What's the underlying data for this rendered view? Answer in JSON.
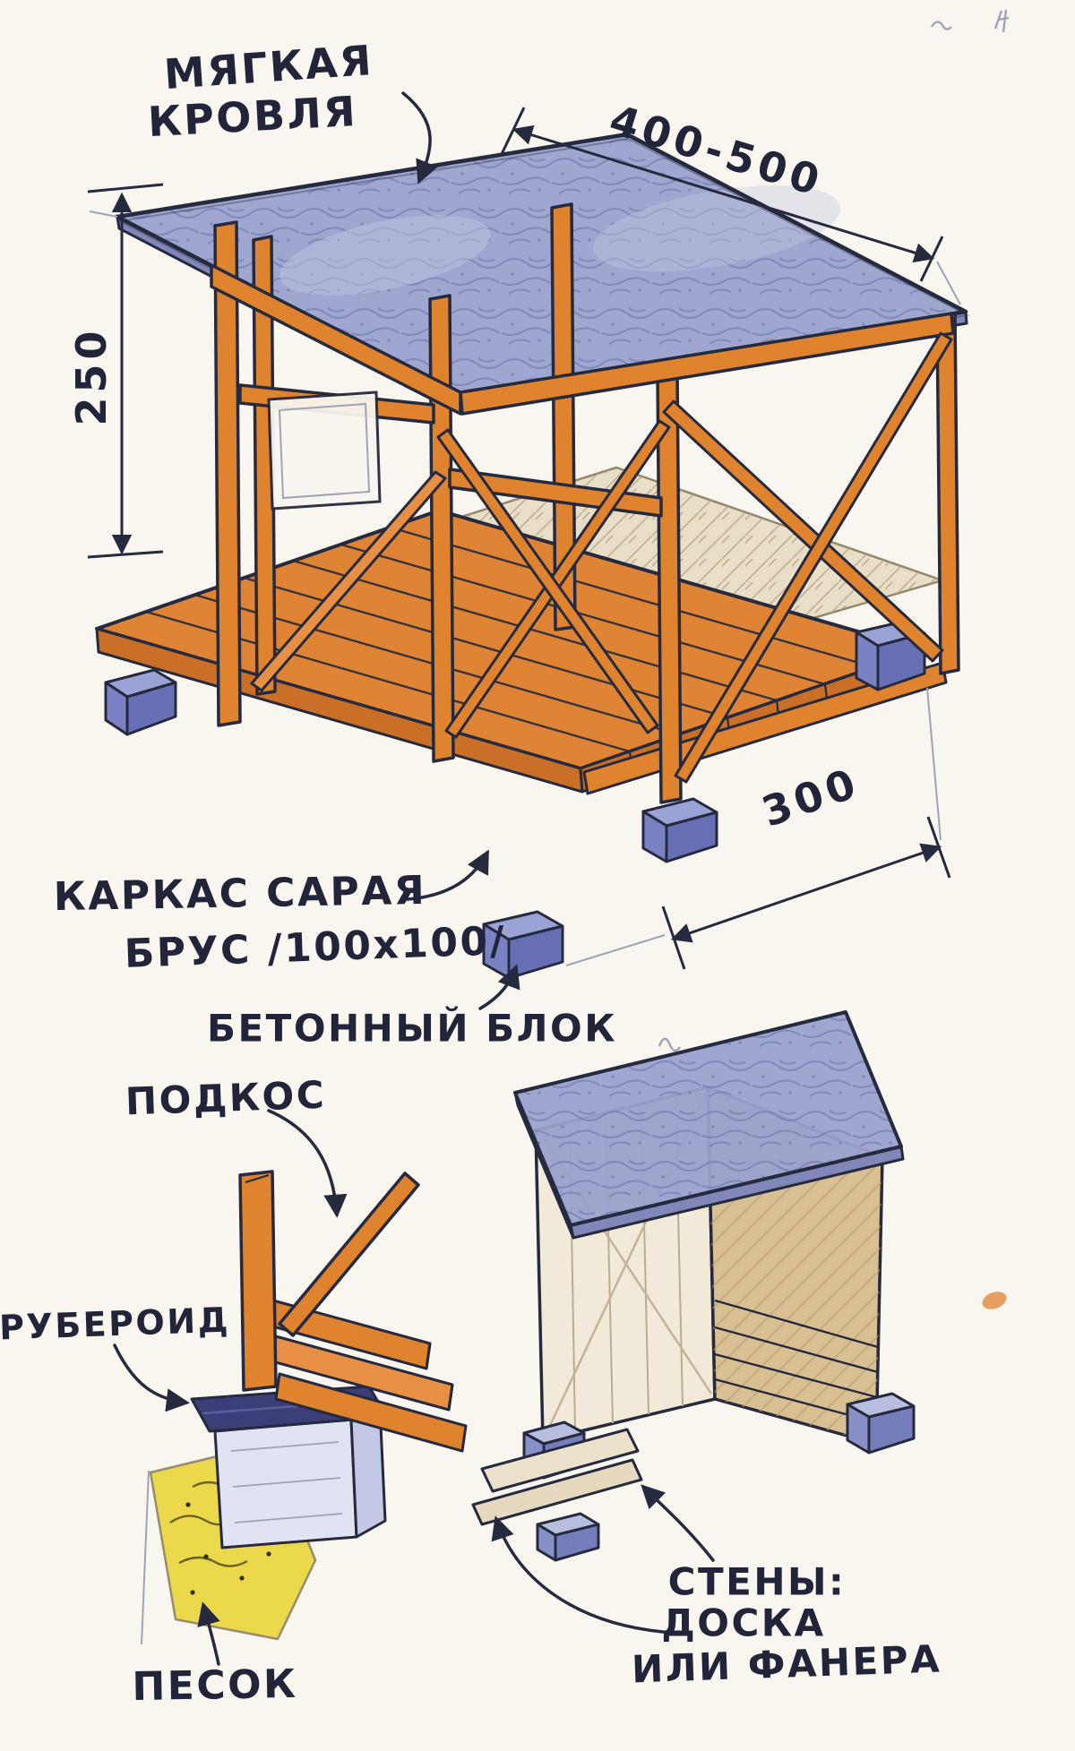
{
  "labels": {
    "soft_roof_line1": "МЯГКАЯ",
    "soft_roof_line2": "КРОВЛЯ",
    "dim_width": "400-500",
    "dim_height": "250",
    "dim_depth": "300",
    "frame_line1": "КАРКАС САРАЯ",
    "frame_line2": "БРУС /100х100/",
    "concrete_block": "БЕТОННЫЙ БЛОК",
    "brace": "ПОДКОС",
    "roofing_felt": "РУБЕРОИД",
    "sand": "ПЕСОК",
    "walls_line1": "СТЕНЫ:",
    "walls_line2": "ДОСКА",
    "walls_line3": "ИЛИ ФАНЕРА"
  },
  "colors": {
    "ink": "#262a3e",
    "wood": "#e0832f",
    "wood_dark": "#c96f28",
    "roof_blue": "#9aa1cc",
    "block_blue": "#7a82c4",
    "felt_navy": "#3c3e78",
    "sand_yellow": "#ead63f",
    "paper": "#f9f6ef",
    "pencil": "#9fa3b8"
  }
}
